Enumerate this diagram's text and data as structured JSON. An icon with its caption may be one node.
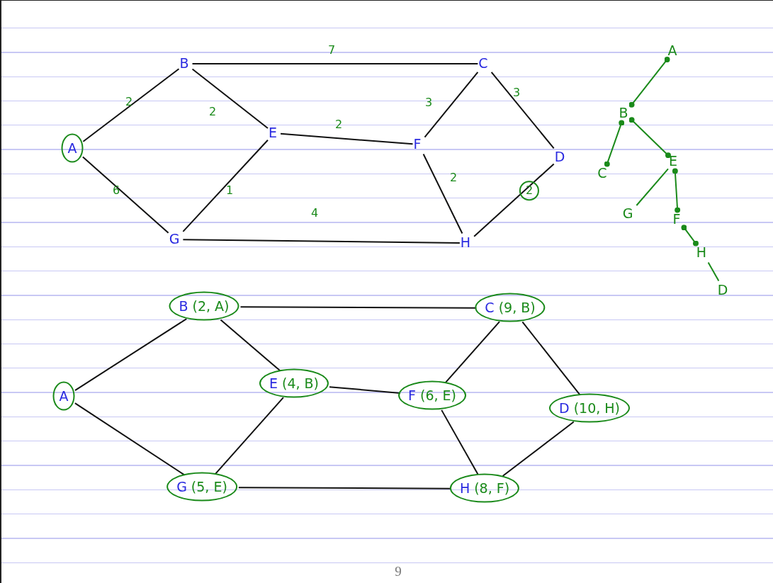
{
  "diagram": {
    "nodes": [
      {
        "text": [
          "A"
        ]
      },
      {
        "text": [
          "B"
        ]
      },
      {
        "text": [
          "C"
        ]
      },
      {
        "text": [
          "D"
        ]
      },
      {
        "text": [
          "E"
        ]
      },
      {
        "text": [
          "F"
        ]
      },
      {
        "text": [
          "G"
        ]
      },
      {
        "text": [
          "H"
        ]
      },
      {
        "text": [
          "A"
        ]
      },
      {
        "text": [
          "B"
        ]
      },
      {
        "text": [
          "C"
        ]
      },
      {
        "text": [
          "E"
        ]
      },
      {
        "text": [
          "G"
        ]
      },
      {
        "text": [
          "F"
        ]
      },
      {
        "text": [
          "H"
        ]
      },
      {
        "text": [
          "D"
        ]
      },
      {
        "text": [
          "A"
        ]
      },
      {
        "text": [
          "B",
          "(2, A)"
        ]
      },
      {
        "text": [
          "C",
          "(9, B)"
        ]
      },
      {
        "text": [
          "E",
          "(4, B)"
        ]
      },
      {
        "text": [
          "F",
          "(6, E)"
        ]
      },
      {
        "text": [
          "D",
          "(10, H)"
        ]
      },
      {
        "text": [
          "G",
          "(5, E)"
        ]
      },
      {
        "text": [
          "H",
          "(8, F)"
        ]
      }
    ],
    "edges": [
      {
        "from": 0,
        "to": 1,
        "arrow": "none",
        "label": "2"
      },
      {
        "from": 0,
        "to": 6,
        "arrow": "none",
        "label": "6"
      },
      {
        "from": 1,
        "to": 2,
        "arrow": "none",
        "label": "7"
      },
      {
        "from": 1,
        "to": 4,
        "arrow": "none",
        "label": "2"
      },
      {
        "from": 4,
        "to": 5,
        "arrow": "none",
        "label": "2"
      },
      {
        "from": 2,
        "to": 5,
        "arrow": "none",
        "label": "3"
      },
      {
        "from": 2,
        "to": 3,
        "arrow": "none",
        "label": "3"
      },
      {
        "from": 5,
        "to": 7,
        "arrow": "none",
        "label": "2"
      },
      {
        "from": 4,
        "to": 6,
        "arrow": "none",
        "label": "1"
      },
      {
        "from": 6,
        "to": 7,
        "arrow": "none",
        "label": "4"
      },
      {
        "from": 7,
        "to": 3,
        "arrow": "none",
        "label": "2"
      },
      {
        "from": 8,
        "to": 9,
        "arrow": "other",
        "color": "#1a8a1a"
      },
      {
        "from": 9,
        "to": 10,
        "arrow": "other",
        "color": "#1a8a1a"
      },
      {
        "from": 9,
        "to": 11,
        "arrow": "other",
        "color": "#1a8a1a"
      },
      {
        "from": 11,
        "to": 12,
        "arrow": "none",
        "color": "#1a8a1a"
      },
      {
        "from": 11,
        "to": 13,
        "arrow": "other",
        "color": "#1a8a1a"
      },
      {
        "from": 13,
        "to": 14,
        "arrow": "other",
        "color": "#1a8a1a"
      },
      {
        "from": 14,
        "to": 15,
        "arrow": "none",
        "color": "#1a8a1a"
      },
      {
        "from": 16,
        "to": 17,
        "arrow": "none"
      },
      {
        "from": 16,
        "to": 22,
        "arrow": "none"
      },
      {
        "from": 17,
        "to": 18,
        "arrow": "none"
      },
      {
        "from": 17,
        "to": 19,
        "arrow": "none"
      },
      {
        "from": 19,
        "to": 20,
        "arrow": "none"
      },
      {
        "from": 18,
        "to": 20,
        "arrow": "none"
      },
      {
        "from": 18,
        "to": 21,
        "arrow": "none"
      },
      {
        "from": 20,
        "to": 23,
        "arrow": "none"
      },
      {
        "from": 19,
        "to": 22,
        "arrow": "none"
      },
      {
        "from": 22,
        "to": 23,
        "arrow": "none"
      },
      {
        "from": 23,
        "to": 21,
        "arrow": "none"
      }
    ],
    "labels": [
      "9"
    ]
  }
}
